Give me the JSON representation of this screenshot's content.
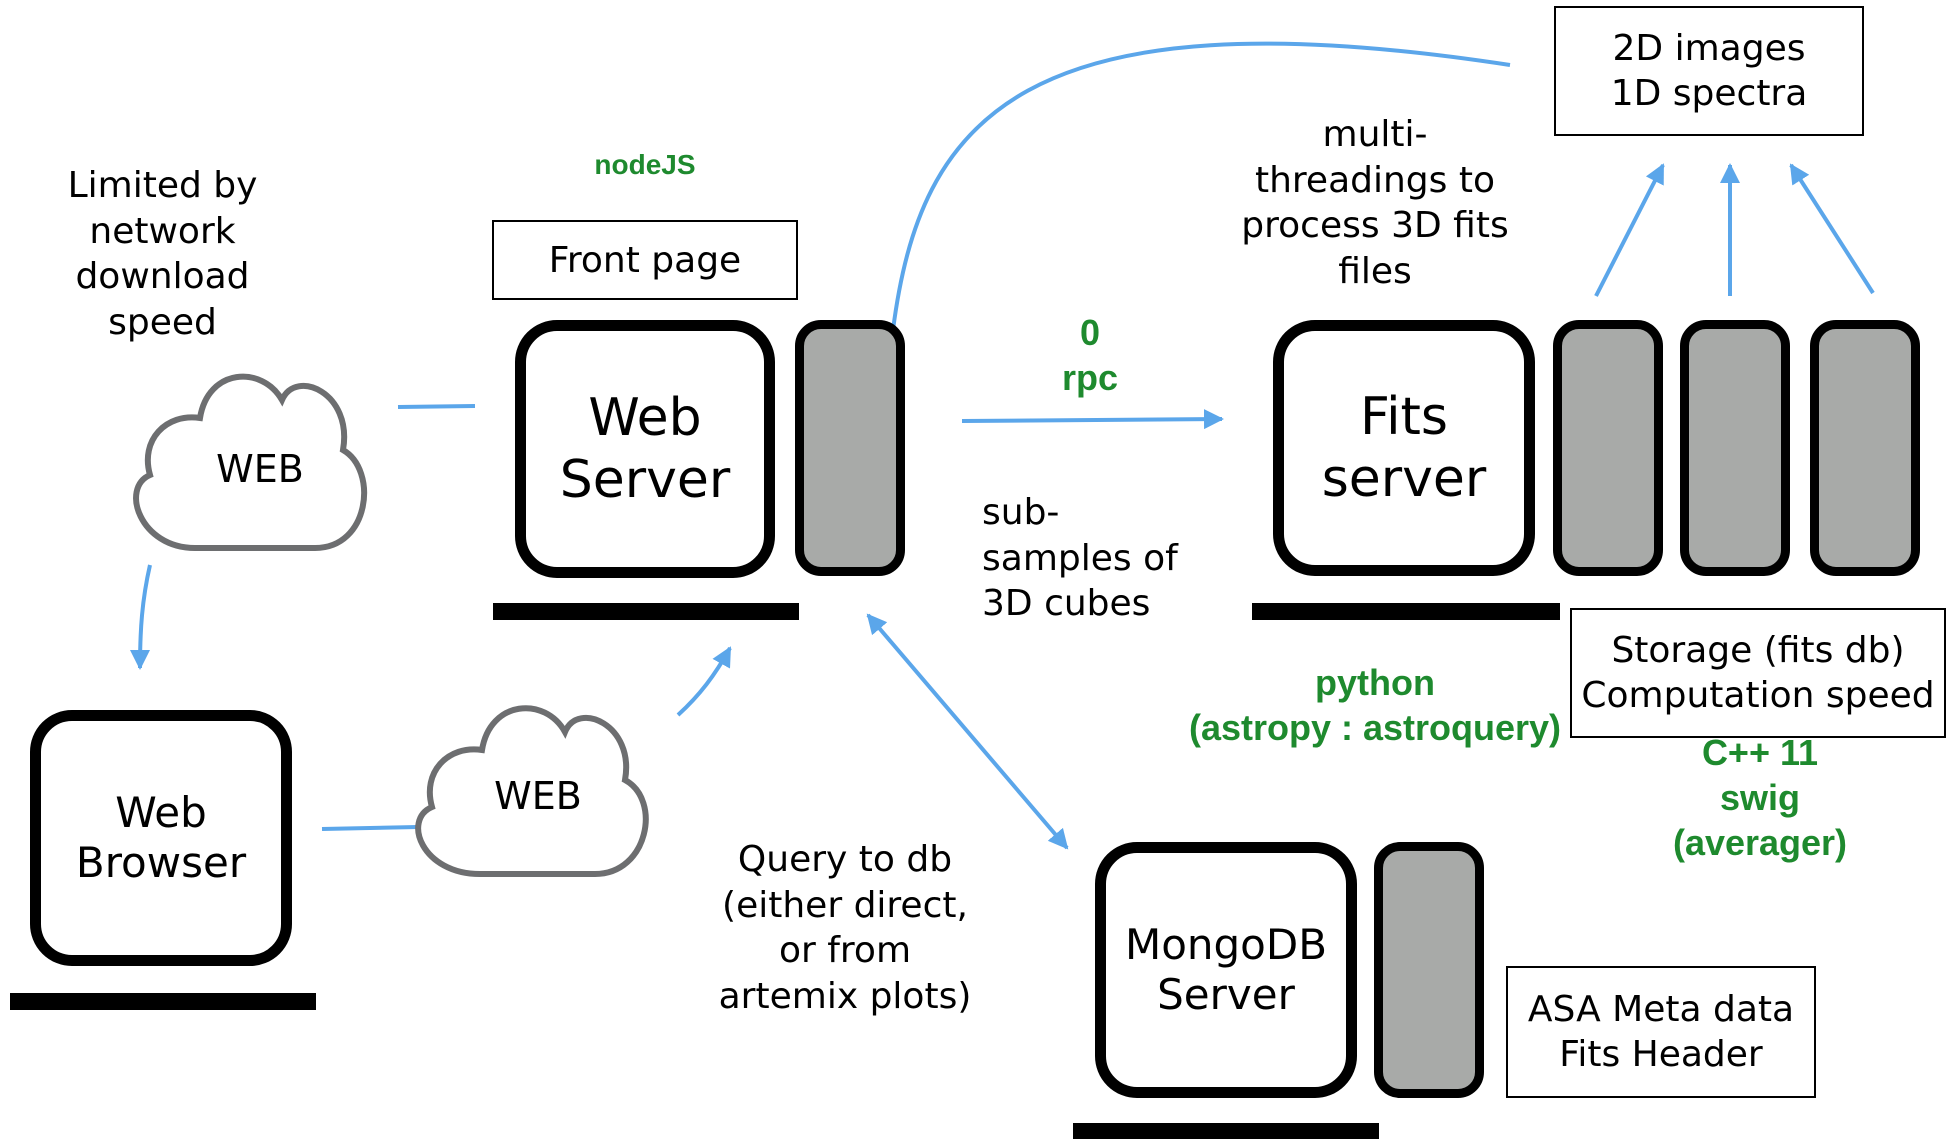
{
  "nodes": {
    "web_server": {
      "label": "Web\nServer",
      "tag": "nodeJS",
      "note": "Front page"
    },
    "fits_server": {
      "label": "Fits\nserver",
      "tag": "python\n(astropy : astroquery)",
      "note": "Storage (fits db)\nComputation speed"
    },
    "mongodb_server": {
      "label": "MongoDB\nServer",
      "note": "ASA Meta data\nFits Header"
    },
    "web_browser": {
      "label": "Web\nBrowser"
    },
    "cloud_top": {
      "label": "WEB"
    },
    "cloud_bottom": {
      "label": "WEB"
    },
    "outputs": {
      "label": "2D images\n1D spectra"
    }
  },
  "annotations": {
    "limited": "Limited by\nnetwork\ndownload\nspeed",
    "multithreading": "multi-\nthreadings to\nprocess 3D fits\nfiles",
    "rpc": "0\nrpc",
    "subsamples": "sub-\nsamples of\n3D cubes",
    "query": "Query to db\n(either direct,\nor from\nartemix plots)",
    "cpp": "C++ 11\nswig\n(averager)"
  },
  "colors": {
    "arrow": "#5ba6ea",
    "green_text": "#1e8a2e",
    "unit_fill": "#a8aaa8",
    "cloud_stroke": "#6d6e70"
  }
}
